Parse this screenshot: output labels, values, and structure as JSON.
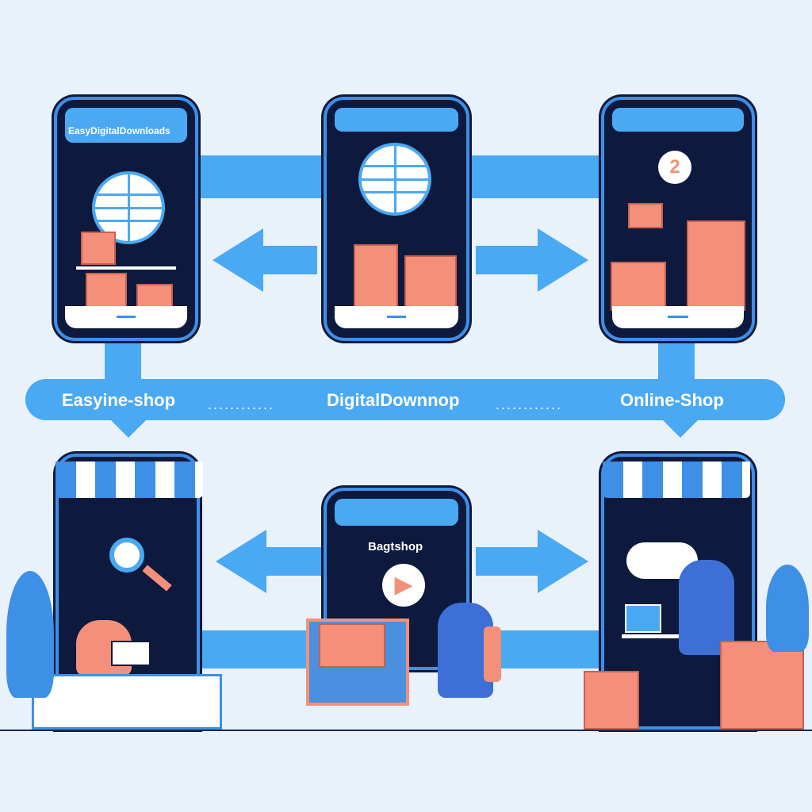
{
  "top_phones": {
    "left": {
      "header": "EasyDigitalDownloads"
    },
    "right": {
      "badge": "2"
    }
  },
  "banner": {
    "labels": [
      "Easyine-shop",
      "DigitalDownnop",
      "Online-Shop"
    ],
    "dots": "............"
  },
  "bottom_phones": {
    "middle": {
      "title": "Bagtshop"
    }
  },
  "colors": {
    "background": "#e9f1fb",
    "accent": "#4aa9f3",
    "screen": "#0e1a3d",
    "box": "#f4907a"
  }
}
